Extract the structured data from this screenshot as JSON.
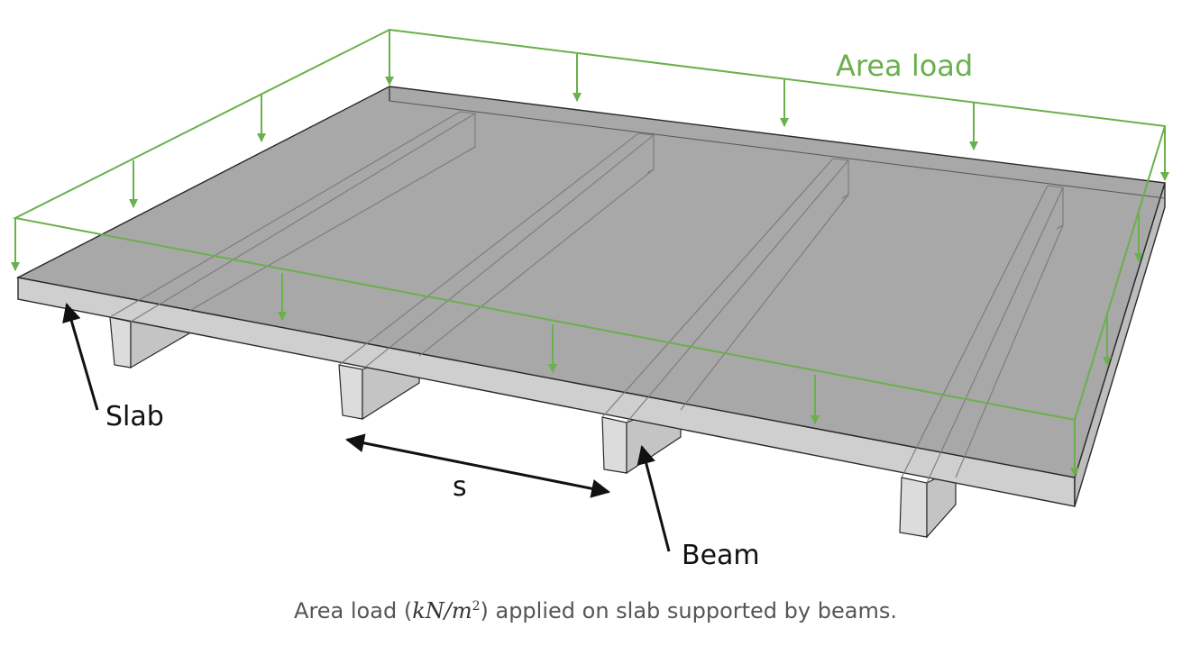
{
  "diagram": {
    "labels": {
      "area_load": "Area load",
      "slab": "Slab",
      "spacing": "s",
      "beam": "Beam"
    }
  },
  "caption": {
    "prefix": "Area load (",
    "math_base": "kN/m",
    "math_exp": "2",
    "suffix": ") applied on slab supported by beams."
  },
  "colors": {
    "load": "#6ab04c",
    "slab_top": "#a8a8a8",
    "slab_edge": "#cfcfcf",
    "beam": "#dcdcdc",
    "outline": "#2a2a2a"
  }
}
